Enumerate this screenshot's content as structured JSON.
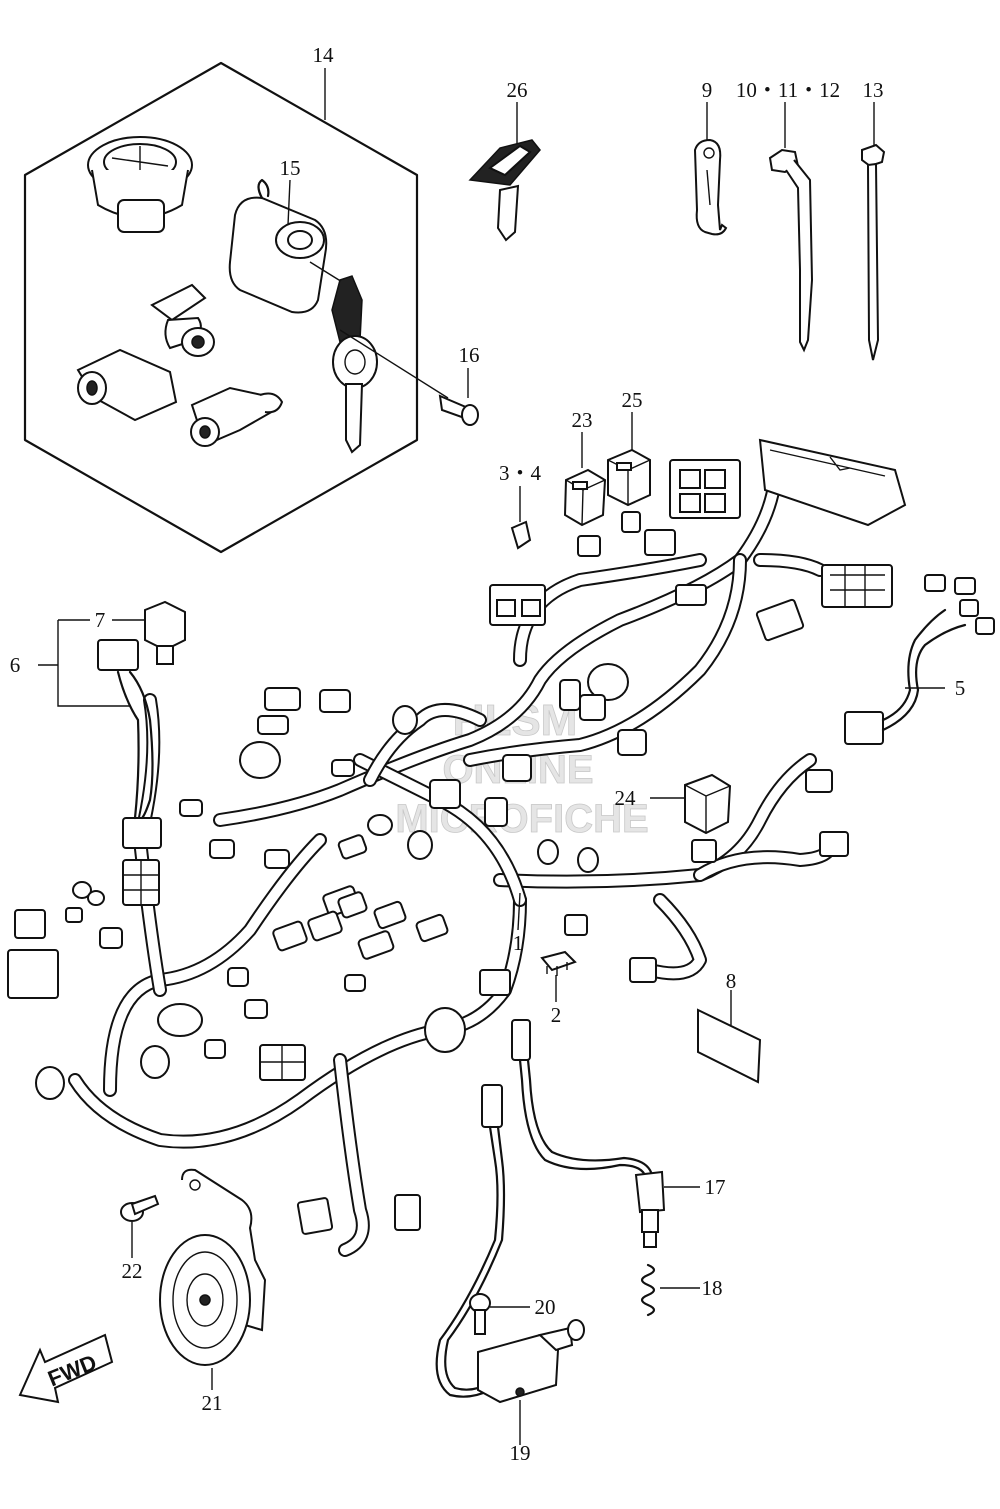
{
  "callouts": [
    {
      "id": "c14",
      "label": "14"
    },
    {
      "id": "c15",
      "label": "15"
    },
    {
      "id": "c16",
      "label": "16"
    },
    {
      "id": "c26",
      "label": "26"
    },
    {
      "id": "c9",
      "label": "9"
    },
    {
      "id": "c10",
      "label": "10・11・12"
    },
    {
      "id": "c13",
      "label": "13"
    },
    {
      "id": "c23",
      "label": "23"
    },
    {
      "id": "c25",
      "label": "25"
    },
    {
      "id": "c34",
      "label": "3・4"
    },
    {
      "id": "c7",
      "label": "7"
    },
    {
      "id": "c6",
      "label": "6"
    },
    {
      "id": "c5",
      "label": "5"
    },
    {
      "id": "c24",
      "label": "24"
    },
    {
      "id": "c1",
      "label": "1"
    },
    {
      "id": "c2",
      "label": "2"
    },
    {
      "id": "c8",
      "label": "8"
    },
    {
      "id": "c17",
      "label": "17"
    },
    {
      "id": "c18",
      "label": "18"
    },
    {
      "id": "c20",
      "label": "20"
    },
    {
      "id": "c22",
      "label": "22"
    },
    {
      "id": "c21",
      "label": "21"
    },
    {
      "id": "c19",
      "label": "19"
    }
  ],
  "watermark": {
    "line1": "HLSM",
    "line2": "ONLINE",
    "line3": "MICROFICHE"
  },
  "direction_badge": {
    "label": "FWD"
  }
}
